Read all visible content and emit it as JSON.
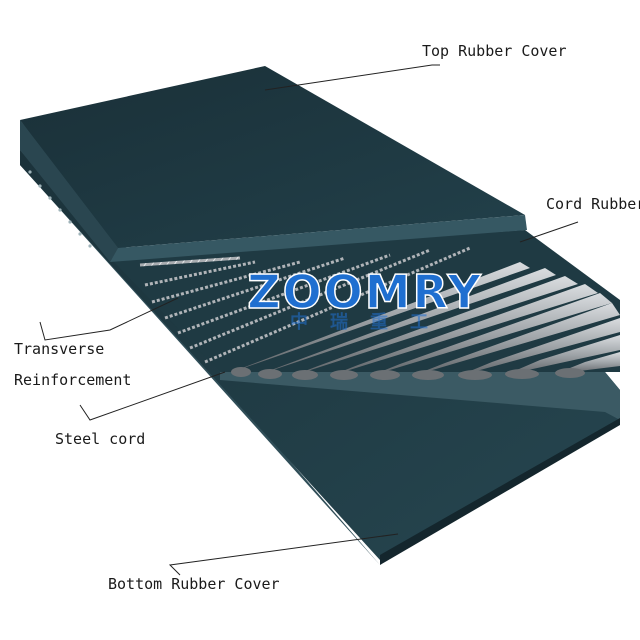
{
  "labels": {
    "top_cover": "Top Rubber Cover",
    "cord_rubber": "Cord Rubber",
    "transverse_1": "Transverse",
    "transverse_2": "Reinforcement",
    "steel_cord": "Steel cord",
    "bottom_cover": "Bottom Rubber Cover"
  },
  "watermark": {
    "brand": "ZOOMRY",
    "subtitle": "中瑞重工"
  },
  "colors": {
    "rubber_top": "#1d3640",
    "rubber_edge": "#2c4750",
    "rubber_side": "#34525c",
    "steel": "#b9bcbf",
    "watermark_blue": "#1f6fd0"
  }
}
